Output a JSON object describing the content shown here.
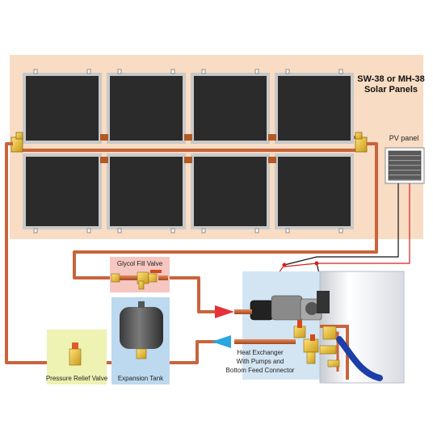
{
  "title": {
    "line1": "SW-38 or MH-38",
    "line2": "Solar Panels"
  },
  "labels": {
    "pv_panel": "PV panel",
    "glycol_fill_valve": "Glycol Fill Valve",
    "pressure_relief_valve": "Pressure Relief Valve",
    "expansion_tank": "Expansion Tank",
    "heat_exchanger_line1": "Heat Exchanger",
    "heat_exchanger_line2": "With Pumps and",
    "heat_exchanger_line3": "Bottom Feed Connector"
  },
  "colors": {
    "panel_area_bg": "#f9dcc4",
    "panel_fill": "#2b2b2b",
    "panel_frame": "#c9c9c9",
    "copper_pipe": "#c8643c",
    "glycol_box": "#f6c6c0",
    "relief_box": "#eef2b2",
    "tank_box": "#bcd9ef",
    "hx_box": "#d3e5f3",
    "hot_arrow": "#e8303a",
    "cold_arrow": "#2aa6e0",
    "wire_red": "#d4221c",
    "wire_black": "#111111"
  },
  "panel_count": 8
}
